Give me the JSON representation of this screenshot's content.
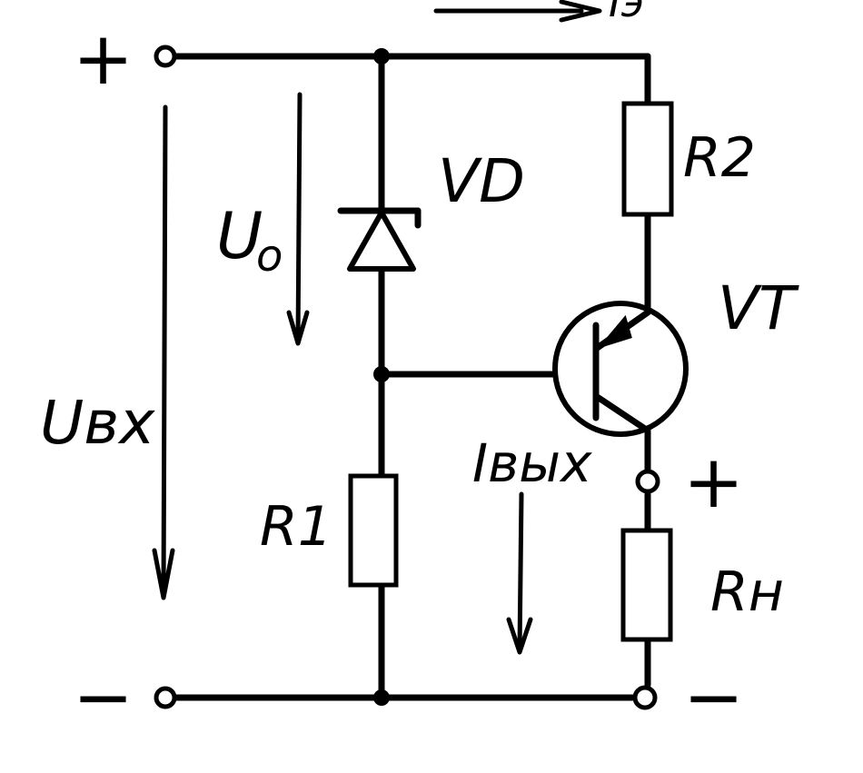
{
  "diagram": {
    "labels": {
      "vd": "VD",
      "r2": "R2",
      "vt": "VT",
      "r1": "R1",
      "rh": "Rн",
      "u0_main": "U",
      "u0_sub": "o",
      "ubx": "Uвх",
      "ibyx": "Iвых",
      "top_current": "Iэ"
    },
    "terminals": {
      "input_plus": "+",
      "input_minus": "−",
      "output_plus": "+",
      "output_minus": "−"
    },
    "colors": {
      "ink": "#000000",
      "paper": "#ffffff"
    }
  }
}
